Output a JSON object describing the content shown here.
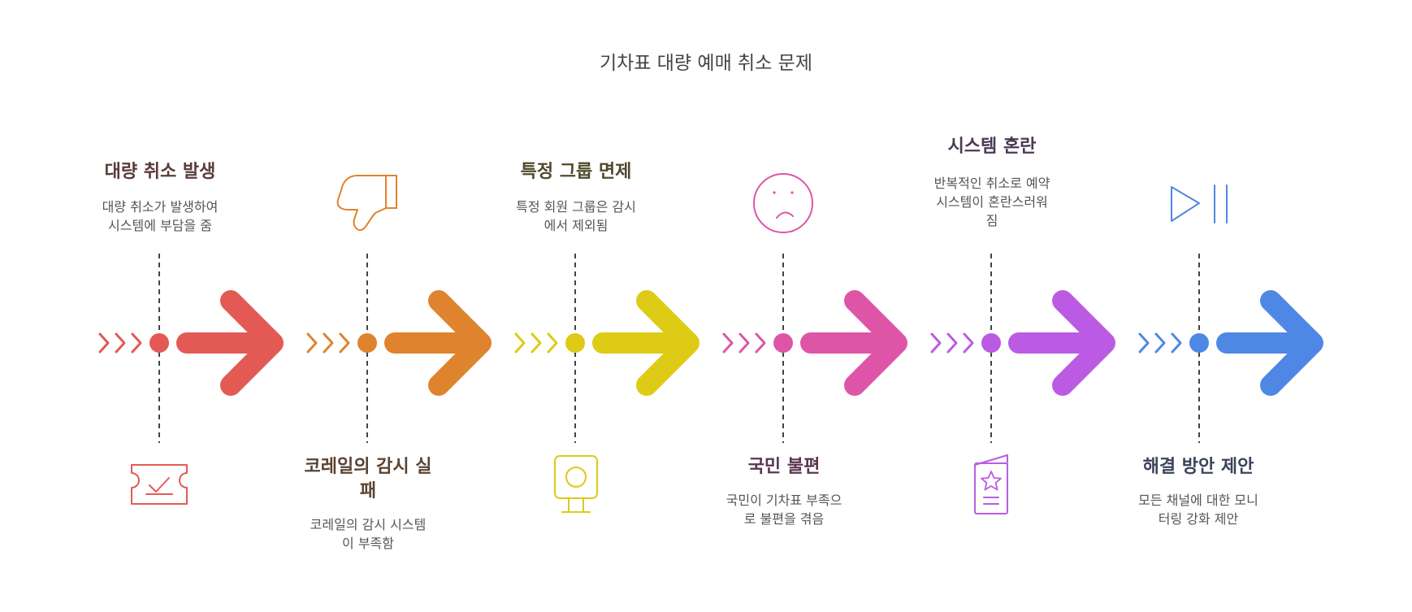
{
  "title": "기차표 대량 예매 취소 문제",
  "steps": [
    {
      "title": "대량 취소 발생",
      "desc_lines": [
        "대량 취소가 발생하여",
        "시스템에 부담을 줌"
      ],
      "color": "#E35A55",
      "icon": "ticket-check-icon",
      "text_position": "top"
    },
    {
      "title": "코레일의 감시 실패",
      "title_lines": [
        "코레일의 감시 실",
        "패"
      ],
      "desc_lines": [
        "코레일의 감시 시스템",
        "이 부족함"
      ],
      "color": "#E0832F",
      "icon": "thumbs-down-icon",
      "text_position": "bottom"
    },
    {
      "title": "특정 그룹 면제",
      "desc_lines": [
        "특정 회원 그룹은 감시",
        "에서 제외됨"
      ],
      "color": "#DDCB16",
      "icon": "webcam-icon",
      "text_position": "top"
    },
    {
      "title": "국민 불편",
      "desc_lines": [
        "국민이 기차표 부족으",
        "로 불편을 겪음"
      ],
      "color": "#DE55A8",
      "icon": "frown-face-icon",
      "text_position": "bottom"
    },
    {
      "title": "시스템 혼란",
      "desc_lines": [
        "반복적인 취소로 예약",
        "시스템이 혼란스러워",
        "짐"
      ],
      "color": "#BB5BE3",
      "icon": "star-card-icon",
      "text_position": "top"
    },
    {
      "title": "해결 방안 제안",
      "desc_lines": [
        "모든 채널에 대한 모니",
        "터링 강화 제안"
      ],
      "color": "#4F87E4",
      "icon": "play-pause-icon",
      "text_position": "bottom"
    }
  ]
}
